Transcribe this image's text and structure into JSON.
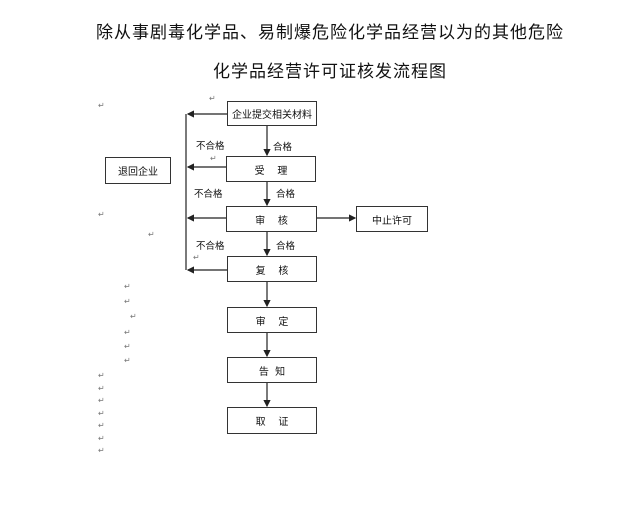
{
  "title": {
    "line1": "除从事剧毒化学品、易制爆危险化学品经营以为的其他危险",
    "line2": "化学品经营许可证核发流程图"
  },
  "flowchart": {
    "steps": [
      "企业提交相关材料",
      "受    理",
      "审    核",
      "复    核",
      "审    定",
      "告  知",
      "取    证"
    ],
    "return_box": "退回企业",
    "terminate_box": "中止许可",
    "pass_label": "合格",
    "fail_label": "不合格"
  },
  "paragraph_mark": "↵"
}
